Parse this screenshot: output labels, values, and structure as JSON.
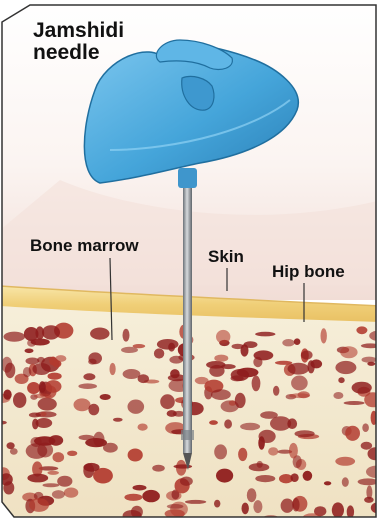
{
  "labels": {
    "title_line1": "Jamshidi",
    "title_line2": "needle",
    "bone_marrow": "Bone marrow",
    "skin": "Skin",
    "hip_bone": "Hip bone"
  },
  "colors": {
    "handle": "#4aa8dc",
    "handle_dark": "#2f86bd",
    "skin": "#f2d487",
    "bone": "#f1e6c9",
    "marrow": "#8e1c1c",
    "shaft": "#9aa0a6"
  }
}
